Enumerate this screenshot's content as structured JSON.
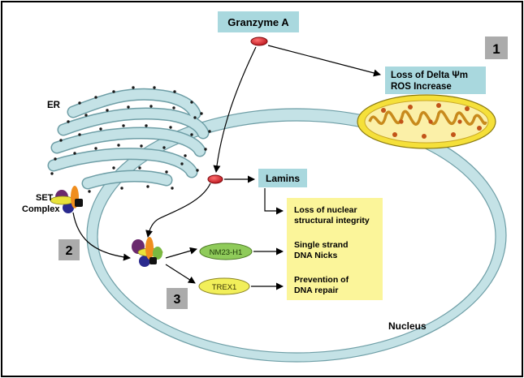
{
  "granzyme_label": "Granzyme A",
  "mito_label_line1": "Loss of Delta Ψm",
  "mito_label_line2": "ROS Increase",
  "er_label": "ER",
  "set_label_line1": "SET",
  "set_label_line2": "Complex",
  "lamins_label": "Lamins",
  "nucleus_label": "Nucleus",
  "nm23_label": "NM23-H1",
  "trex1_label": "TREX1",
  "effects": [
    {
      "line1": "Loss of nuclear",
      "line2": "structural integrity"
    },
    {
      "line1": "Single strand",
      "line2": "DNA Nicks"
    },
    {
      "line1": "Prevention of",
      "line2": "DNA repair"
    }
  ],
  "badges": [
    "1",
    "2",
    "3"
  ],
  "colors": {
    "membrane": "#c4e2e6",
    "membrane_edge": "#6e9ea6",
    "label_box": "#a9d8de",
    "effect_box": "#fbf59a",
    "granzyme": "#e0242a",
    "mitochondria": "#f5e03a",
    "nm23": "#8fcb5a",
    "trex1": "#f2ef5a",
    "badge": "#ababab"
  }
}
